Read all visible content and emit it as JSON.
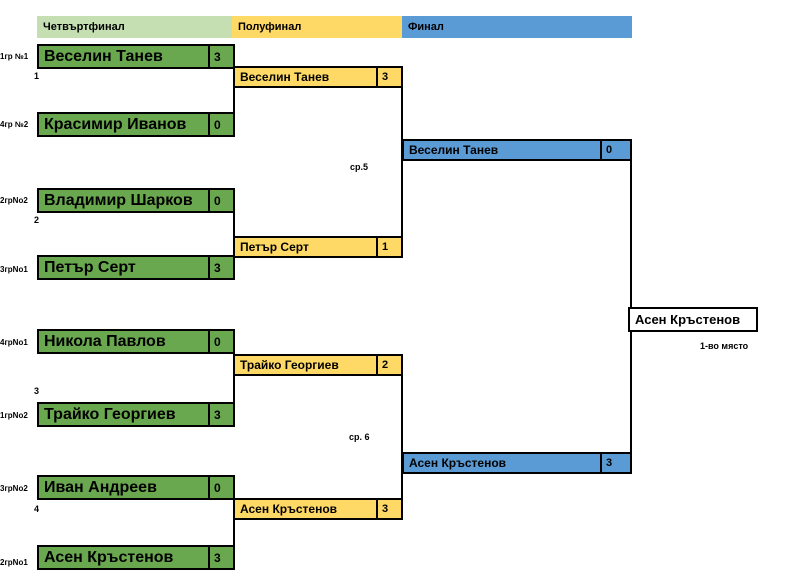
{
  "headers": [
    {
      "id": "quarterfinal",
      "label": "Четвъртфинал"
    },
    {
      "id": "semifinal",
      "label": "Полуфинал"
    },
    {
      "id": "final",
      "label": "Финал"
    }
  ],
  "colors": {
    "quarterfinal_header": "#c5dfb3",
    "semifinal_header": "#ffd966",
    "final_header": "#5b9bd5",
    "quarterfinal_slot": "#6aa84f",
    "semifinal_slot": "#ffd966",
    "final_slot": "#5b9bd5",
    "border": "#000000",
    "background": "#ffffff"
  },
  "quarterfinals": [
    {
      "match_number": "1",
      "slots": [
        {
          "seed": "1гр №1",
          "name": "Веселин Танев",
          "score": "3"
        },
        {
          "seed": "4гр №2",
          "name": "Красимир Иванов",
          "score": "0"
        }
      ]
    },
    {
      "match_number": "2",
      "slots": [
        {
          "seed": "2грNo2",
          "name": "Владимир Шарков",
          "score": "0"
        },
        {
          "seed": "3грNo1",
          "name": "Петър Серт",
          "score": "3"
        }
      ]
    },
    {
      "match_number": "3",
      "slots": [
        {
          "seed": "4грNo1",
          "name": "Никола Павлов",
          "score": "0"
        },
        {
          "seed": "1грNo2",
          "name": "Трайко Георгиев",
          "score": "3"
        }
      ]
    },
    {
      "match_number": "4",
      "slots": [
        {
          "seed": "3грNo2",
          "name": "Иван Андреев",
          "score": "0"
        },
        {
          "seed": "2грNo1",
          "name": "Асен Кръстенов",
          "score": "3"
        }
      ]
    }
  ],
  "semifinals": [
    {
      "game_label": "ср.5",
      "slots": [
        {
          "name": "Веселин Танев",
          "score": "3"
        },
        {
          "name": "Петър Серт",
          "score": "1"
        }
      ]
    },
    {
      "game_label": "ср. 6",
      "slots": [
        {
          "name": "Трайко Георгиев",
          "score": "2"
        },
        {
          "name": "Асен Кръстенов",
          "score": "3"
        }
      ]
    }
  ],
  "final": {
    "slots": [
      {
        "name": "Веселин Танев",
        "score": "0"
      },
      {
        "name": "Асен Кръстенов",
        "score": "3"
      }
    ]
  },
  "champion": {
    "name": "Асен Кръстенов",
    "place_label": "1-во място"
  }
}
